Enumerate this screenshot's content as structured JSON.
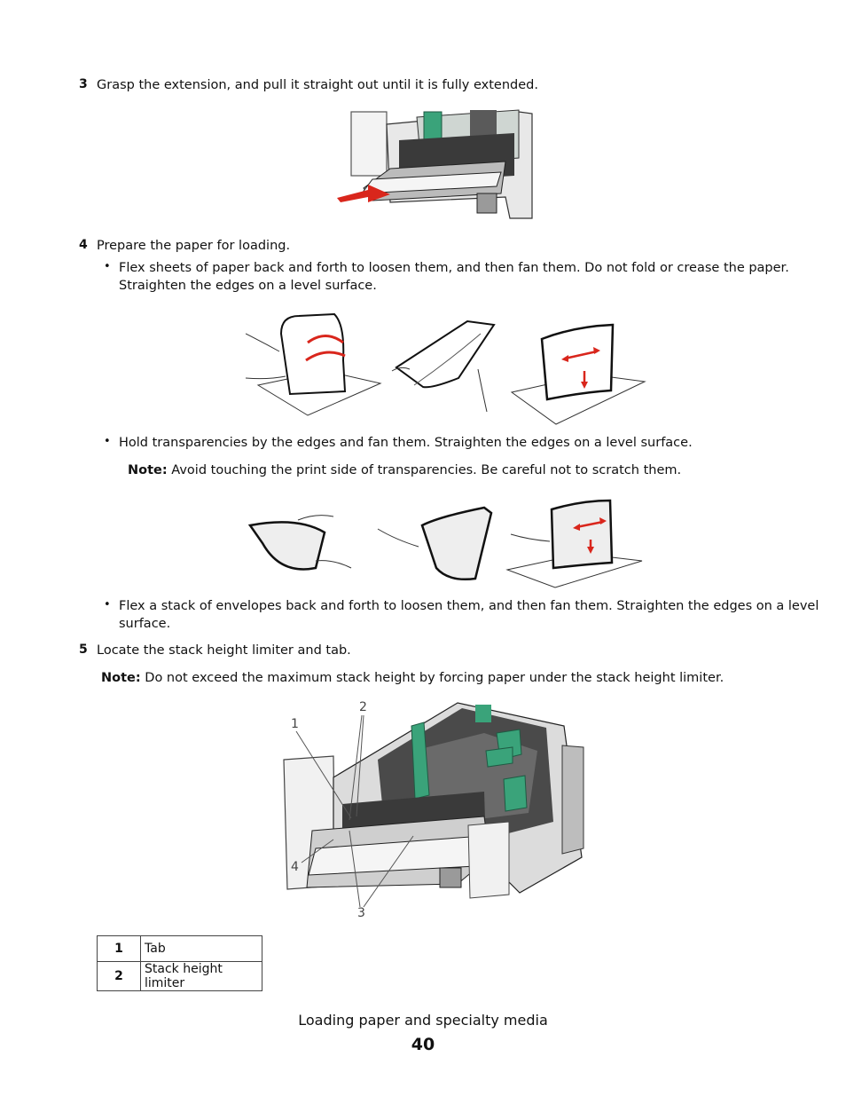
{
  "steps": {
    "s3": {
      "num": "3",
      "text": "Grasp the extension, and pull it straight out until it is fully extended."
    },
    "s4": {
      "num": "4",
      "text": "Prepare the paper for loading.",
      "bullet1_line1": "Flex sheets of paper back and forth to loosen them, and then fan them. Do not fold or crease the paper.",
      "bullet1_line2": "Straighten the edges on a level surface.",
      "bullet2": "Hold transparencies by the edges and fan them. Straighten the edges on a level surface.",
      "note2_label": "Note:",
      "note2_text": "Avoid touching the print side of transparencies. Be careful not to scratch them.",
      "bullet3_line1": "Flex a stack of envelopes back and forth to loosen them, and then fan them. Straighten the edges on a level",
      "bullet3_line2": "surface."
    },
    "s5": {
      "num": "5",
      "text": "Locate the stack height limiter and tab.",
      "note_label": "Note:",
      "note_text": "Do not exceed the maximum stack height by forcing paper under the stack height limiter."
    }
  },
  "bullet_char": "•",
  "callouts": {
    "c1": "1",
    "c2": "2",
    "c3": "3",
    "c4": "4"
  },
  "legend": [
    {
      "num": "1",
      "label": "Tab"
    },
    {
      "num": "2",
      "label": "Stack height limiter"
    }
  ],
  "footer": {
    "title": "Loading paper and specialty media",
    "page": "40"
  },
  "colors": {
    "tray_green": "#3aa37a",
    "arrow_red": "#d9261c",
    "tray_dark": "#2c2c2c"
  }
}
